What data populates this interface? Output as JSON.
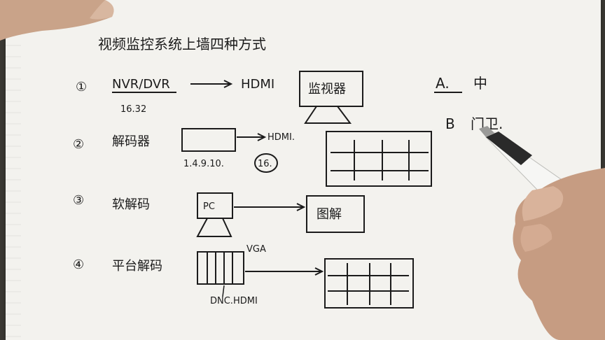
{
  "title": "视频监控系统上墙四种方式",
  "items": [
    {
      "num": "①",
      "source": "NVR/DVR",
      "source_sub": "16.32",
      "link": "HDMI",
      "target": "监视器"
    },
    {
      "num": "②",
      "source": "解码器",
      "link": "HDMI.",
      "sub": "1.4.9.10.",
      "circled": "16."
    },
    {
      "num": "③",
      "source": "软解码",
      "box": "PC",
      "target": "图解"
    },
    {
      "num": "④",
      "source": "平台解码",
      "port_label": "VGA",
      "port_sub": "DNC.HDMI"
    }
  ],
  "notes": [
    {
      "letter": "A.",
      "text": "中"
    },
    {
      "letter": "B",
      "text": "门卫."
    }
  ]
}
